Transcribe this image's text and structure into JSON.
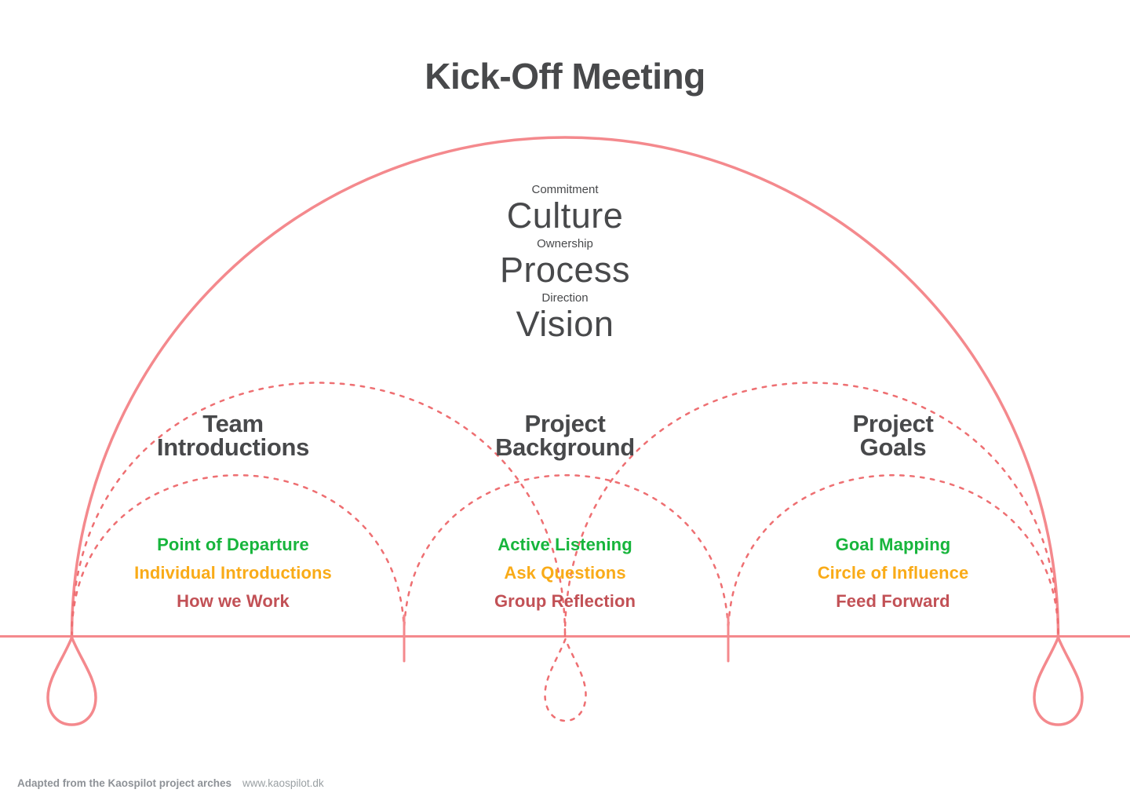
{
  "title": "Kick-Off Meeting",
  "arch_levels": [
    {
      "label": "Commitment",
      "value": "Culture"
    },
    {
      "label": "Ownership",
      "value": "Process"
    },
    {
      "label": "Direction",
      "value": "Vision"
    }
  ],
  "sections": [
    {
      "heading_lines": [
        "Team",
        "Introductions"
      ],
      "items": [
        {
          "label": "Point of Departure",
          "color": "green"
        },
        {
          "label": "Individual Introductions",
          "color": "orange"
        },
        {
          "label": "How we Work",
          "color": "red"
        }
      ]
    },
    {
      "heading_lines": [
        "Project",
        "Background"
      ],
      "items": [
        {
          "label": "Active Listening",
          "color": "green"
        },
        {
          "label": "Ask Questions",
          "color": "orange"
        },
        {
          "label": "Group Reflection",
          "color": "red"
        }
      ]
    },
    {
      "heading_lines": [
        "Project",
        "Goals"
      ],
      "items": [
        {
          "label": "Goal Mapping",
          "color": "green"
        },
        {
          "label": "Circle of Influence",
          "color": "orange"
        },
        {
          "label": "Feed Forward",
          "color": "red"
        }
      ]
    }
  ],
  "footer": {
    "credit": "Adapted from the Kaospilot project arches",
    "link": "www.kaospilot.dk"
  },
  "colors": {
    "arch-solid": "#f4898d",
    "arch-dotted": "#ee6f72",
    "text-dark": "#48494b",
    "green": "#17b53c",
    "orange": "#f9ab18",
    "red": "#c25156",
    "footer-gray": "#8e9297",
    "footer-gray-light": "#9aa0a3"
  }
}
